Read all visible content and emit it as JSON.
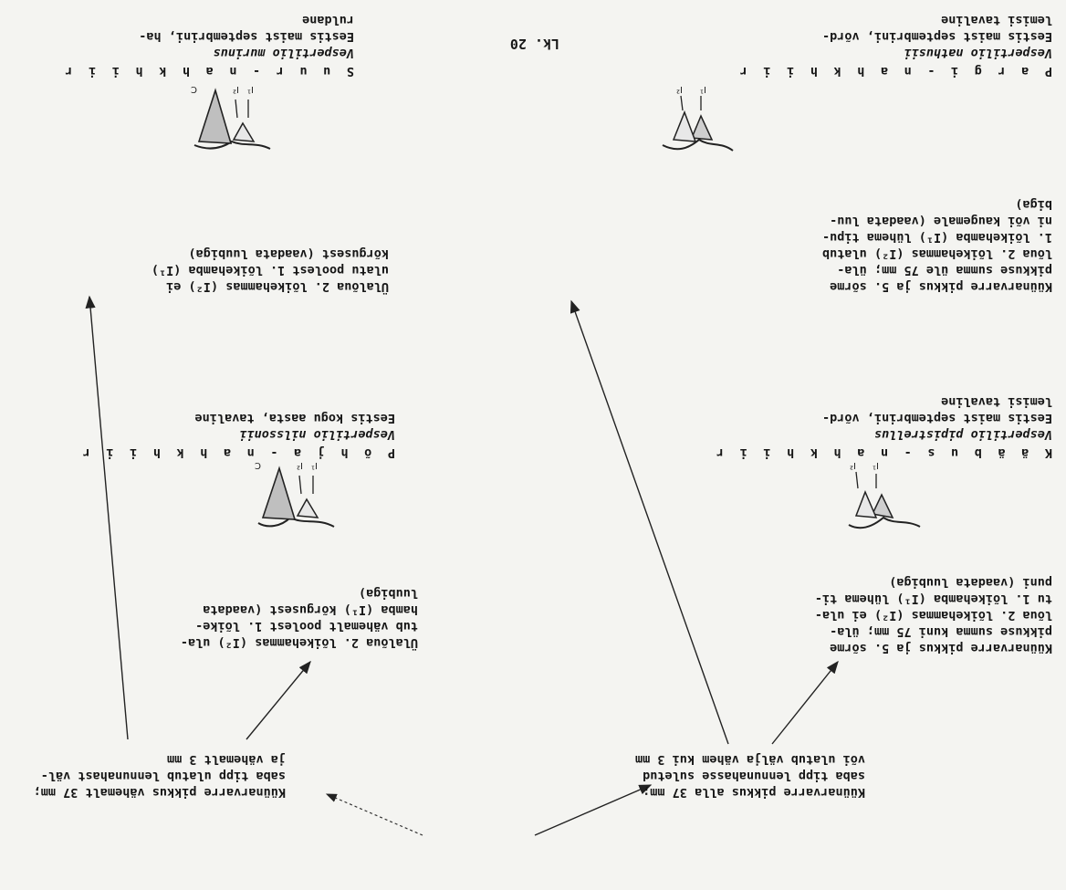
{
  "key_start": {
    "label": "Lk. 20"
  },
  "nodes": {
    "left_root": {
      "lines": [
        "Küünarvarre pikkus alla 37 mm;",
        "saba tipp lennunahasse suletud",
        "või ulatub välja vähem kui 3 mm"
      ]
    },
    "right_root": {
      "lines": [
        "Küünarvarre pikkus vähemalt 37 mm;",
        "saba tipp ulatub lennunahast väl-",
        "ja vähemalt 3 mm"
      ]
    },
    "lr_a": {
      "lines": [
        "Küünarvarre pikkus ja 5. sõrme",
        "pikkuse summa kuni 75 mm; üla-",
        "lõua 2. lõikehammas (I²) ei ula-",
        "tu 1. lõikehamba (I¹) lühema ti-",
        "puni (vaadata luubiga)"
      ]
    },
    "lr_b": {
      "lines": [
        "Küünarvarre pikkus ja 5. sõrme",
        "pikkuse summa üle 75 mm; üla-",
        "lõua 2. lõikehammas (I²) ulatub",
        "1. lõikehamba (I¹) lühema tipu-",
        "ni või kaugemale (vaadata luu-",
        "biga)"
      ]
    },
    "rr_a": {
      "lines": [
        "Ülalõua 2. lõikehammas (I²) ula-",
        "tub vähemalt poolest 1. lõike-",
        "hamba (I¹) kõrgusest (vaadata",
        "luubiga)"
      ]
    },
    "rr_b": {
      "lines": [
        "Ülalõua 2. lõikehammas (I²) ei",
        "ulatu poolest 1. lõikehamba (I¹)",
        "kõrgusest (vaadata luubiga)"
      ]
    }
  },
  "species": [
    {
      "id": "kaabus",
      "common": "K ä ä b u s - n a h k h i i r",
      "latin": "Vespertilio pipistrellus",
      "notes": [
        "Eestis maist septembrini, võrd-",
        "lemisi tavaline"
      ],
      "tooth_labels": [
        "I¹",
        "I²"
      ]
    },
    {
      "id": "pargi",
      "common": "P a r g i - n a h k h i i r",
      "latin": "Vespertilio nathusii",
      "notes": [
        "Eestis maist septembrini, võrd-",
        "lemisi tavaline"
      ],
      "tooth_labels": [
        "I¹",
        "I²"
      ]
    },
    {
      "id": "pohja",
      "common": "P õ h j a - n a h k h i i r",
      "latin": "Vespertilio nilssonii",
      "notes": [
        "Eestis kogu aasta, tavaline"
      ],
      "tooth_labels": [
        "I¹",
        "I²",
        "C"
      ]
    },
    {
      "id": "suur",
      "common": "S u u r - n a h k h i i r",
      "latin": "Vespertilio murinus",
      "notes": [
        "Eestis maist septembrini, ha-",
        "ruldane"
      ],
      "tooth_labels": [
        "I¹",
        "I²",
        "C"
      ]
    }
  ]
}
